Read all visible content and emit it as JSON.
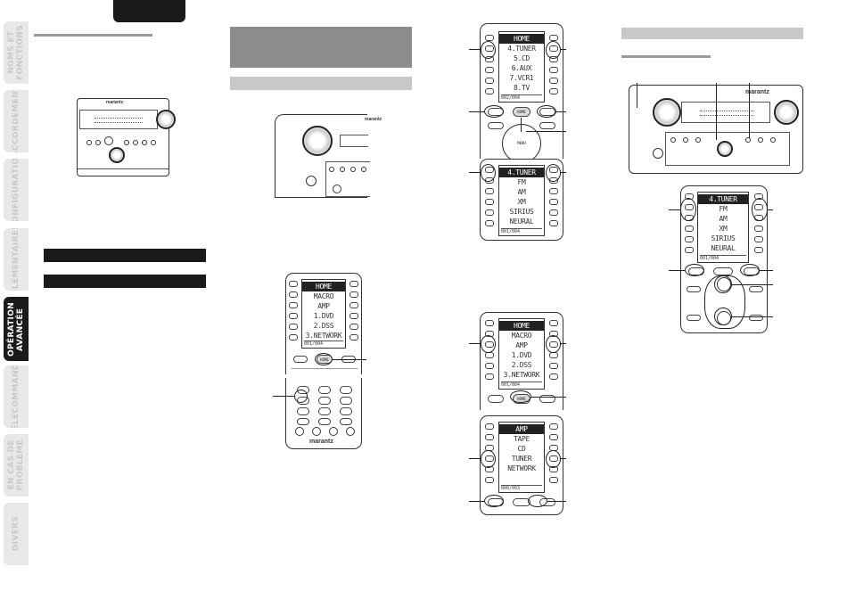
{
  "side_tabs": [
    {
      "label": "NOMS ET\nFONCTIONS",
      "active": false
    },
    {
      "label": "RACCORDEMENTS",
      "active": false
    },
    {
      "label": "CONFIGURATION",
      "active": false
    },
    {
      "label": "ÉLÉMENTAIRES",
      "active": false
    },
    {
      "label": "OPÉRATION\nAVANCÉE",
      "active": true
    },
    {
      "label": "TÉLÉCOMMANDE",
      "active": false
    },
    {
      "label": "EN CAS DE\nPROBLÈME",
      "active": false
    },
    {
      "label": "DIVERS",
      "active": false
    }
  ],
  "brand": "marantz",
  "remote_keys": {
    "home": "HOME",
    "menu": "MENU"
  },
  "screens": {
    "home_top": {
      "lines": [
        "HOME",
        "4.TUNER",
        "5.CD",
        "6.AUX",
        "7.VCR1",
        "8.TV"
      ],
      "selected": 0,
      "footer": "002/004"
    },
    "tuner_top": {
      "lines": [
        "4.TUNER",
        "FM",
        "AM",
        "XM",
        "SIRIUS",
        "NEURAL"
      ],
      "selected": 0,
      "footer": "001/004"
    },
    "home_left": {
      "lines": [
        "HOME",
        "MACRO",
        "AMP",
        "1.DVD",
        "2.DSS",
        "3.NETWORK"
      ],
      "selected": 0,
      "footer": "001/004"
    },
    "home_mid": {
      "lines": [
        "HOME",
        "MACRO",
        "AMP",
        "1.DVD",
        "2.DSS",
        "3.NETWORK"
      ],
      "selected": 0,
      "footer": "001/004"
    },
    "amp_mid": {
      "lines": [
        "AMP",
        "TAPE",
        "CD",
        "TUNER",
        "NETWORK"
      ],
      "selected": 0,
      "footer": "000/003"
    },
    "tuner_right": {
      "lines": [
        "4.TUNER",
        "FM",
        "AM",
        "XM",
        "SIRIUS",
        "NEURAL"
      ],
      "selected": 0,
      "footer": "001/004"
    }
  }
}
